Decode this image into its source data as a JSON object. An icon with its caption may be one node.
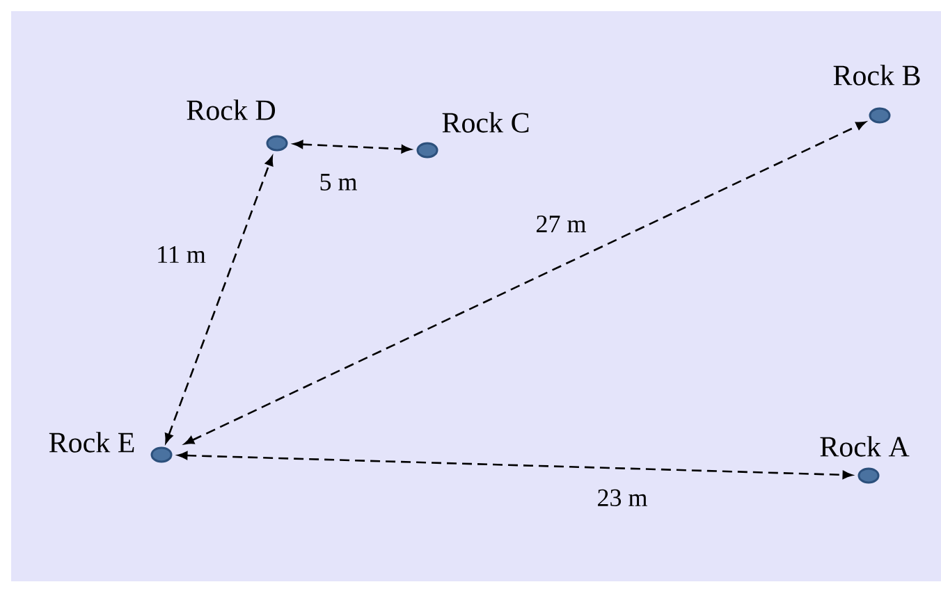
{
  "diagram": {
    "nodes": [
      {
        "text": [
          "Rock B"
        ]
      },
      {
        "text": [
          "Rock D"
        ]
      },
      {
        "text": [
          "Rock C"
        ]
      },
      {
        "text": [
          "Rock E"
        ]
      },
      {
        "text": [
          "Rock A"
        ]
      }
    ],
    "edges": [
      {
        "from": 1,
        "to": 2,
        "arrow": "both",
        "label": "5 m",
        "style": "dashed"
      },
      {
        "from": 3,
        "to": 1,
        "arrow": "both",
        "label": "11 m",
        "style": "dashed"
      },
      {
        "from": 3,
        "to": 0,
        "arrow": "both",
        "label": "27 m",
        "style": "dashed"
      },
      {
        "from": 3,
        "to": 4,
        "arrow": "both",
        "label": "23 m",
        "style": "dashed"
      }
    ]
  }
}
